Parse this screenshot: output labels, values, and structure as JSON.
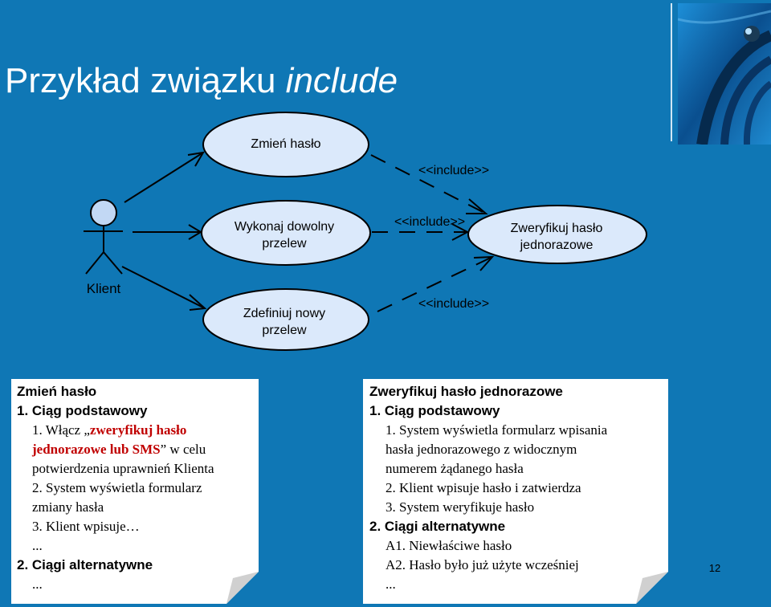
{
  "slide": {
    "title_prefix": "Przykład związku ",
    "title_italic": "include",
    "page_number": "12"
  },
  "colors": {
    "background": "#0f77b5",
    "usecase_fill": "#dbe9fb",
    "actor_fill": "#c2d8f4",
    "note_fill": "#ffffff",
    "highlight": "#c00000"
  },
  "diagram": {
    "actor_label": "Klient",
    "usecases": {
      "zmien": "Zmień hasło",
      "wykonaj": "Wykonaj dowolny przelew",
      "zdefiniuj": "Zdefiniuj nowy przelew",
      "zweryfikuj": "Zweryfikuj hasło jednorazowe"
    },
    "stereotype": "<<include>>"
  },
  "note_left": {
    "heading": "Zmień hasło",
    "section1": "1. Ciąg podstawowy",
    "l1_a": "1. Włącz „",
    "l1_b": "zweryfikuj hasło",
    "l2_a": "jednorazowe lub SMS",
    "l2_b": "” w celu",
    "l3": "potwierdzenia uprawnień Klienta",
    "l4": "2. System wyświetla formularz",
    "l5": "zmiany hasła",
    "l6": "3. Klient wpisuje…",
    "l7": "...",
    "section2": "2. Ciągi alternatywne",
    "l8": "..."
  },
  "note_right": {
    "heading": "Zweryfikuj hasło jednorazowe",
    "section1": "1. Ciąg podstawowy",
    "l1": "1. System wyświetla formularz wpisania",
    "l2": "hasła jednorazowego z widocznym",
    "l3": "numerem żądanego hasła",
    "l4": "2. Klient wpisuje hasło i zatwierdza",
    "l5": "3. System weryfikuje hasło",
    "section2": "2. Ciągi alternatywne",
    "l6": "A1. Niewłaściwe hasło",
    "l7": "A2. Hasło było już użyte wcześniej",
    "l8": "..."
  }
}
